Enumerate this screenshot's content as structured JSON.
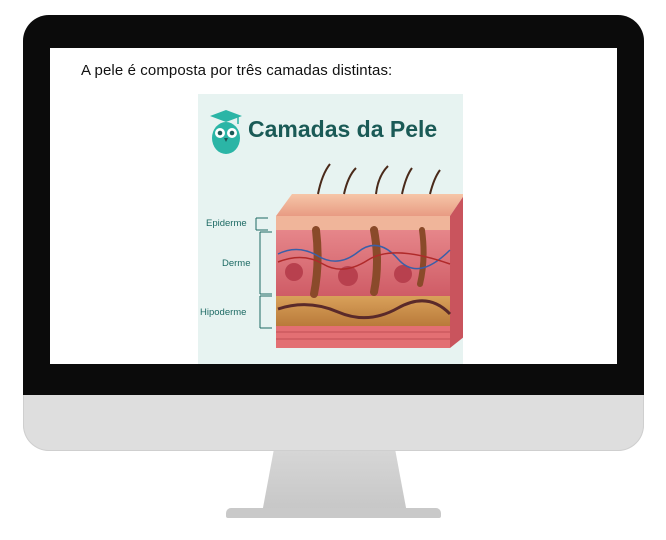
{
  "screen": {
    "lead_text": "A pele é composta por três camadas distintas:"
  },
  "figure": {
    "title": "Camadas da Pele",
    "labels": {
      "epiderme": "Epiderme",
      "derme": "Derme",
      "hipoderme": "Hipoderme"
    },
    "colors": {
      "title": "#1a5a56",
      "background": "#e7f3f1",
      "owl": "#2bb5a6"
    }
  },
  "icons": {
    "mascot": "owl-graduate-icon"
  }
}
